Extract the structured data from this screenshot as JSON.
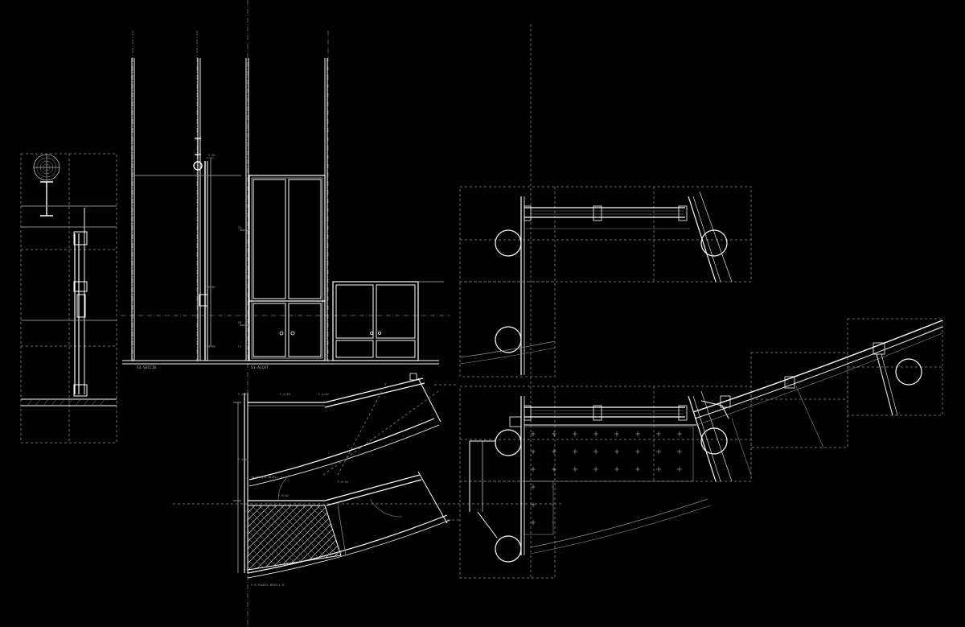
{
  "labels": {
    "section_label": "S2·SECCIO",
    "elevation_label": "S1·ALÇAT",
    "tag_fa": "FA",
    "tag_fb": "FB",
    "tag_ft": "FT",
    "tag_s01": "S·01",
    "tag_s02": "S·02",
    "tag_s03": "S·03",
    "plan_fa03_a": "F.A·03",
    "plan_fa03_b": "F.A·03",
    "plan_fa02": "F.A·02",
    "plan_fa01": "F.A·01",
    "plan_fb02": "F.B·02",
    "plan_fb03": "F.B·03",
    "level_upper": "1a PLANTA NIVELL 5'",
    "level_lower": "P.B.PLANTA NIVELL 0'"
  },
  "colors": {
    "background": "#000000",
    "line_primary": "#ffffff",
    "line_secondary": "#8a8a8a",
    "line_hidden": "#6e6e6e"
  }
}
